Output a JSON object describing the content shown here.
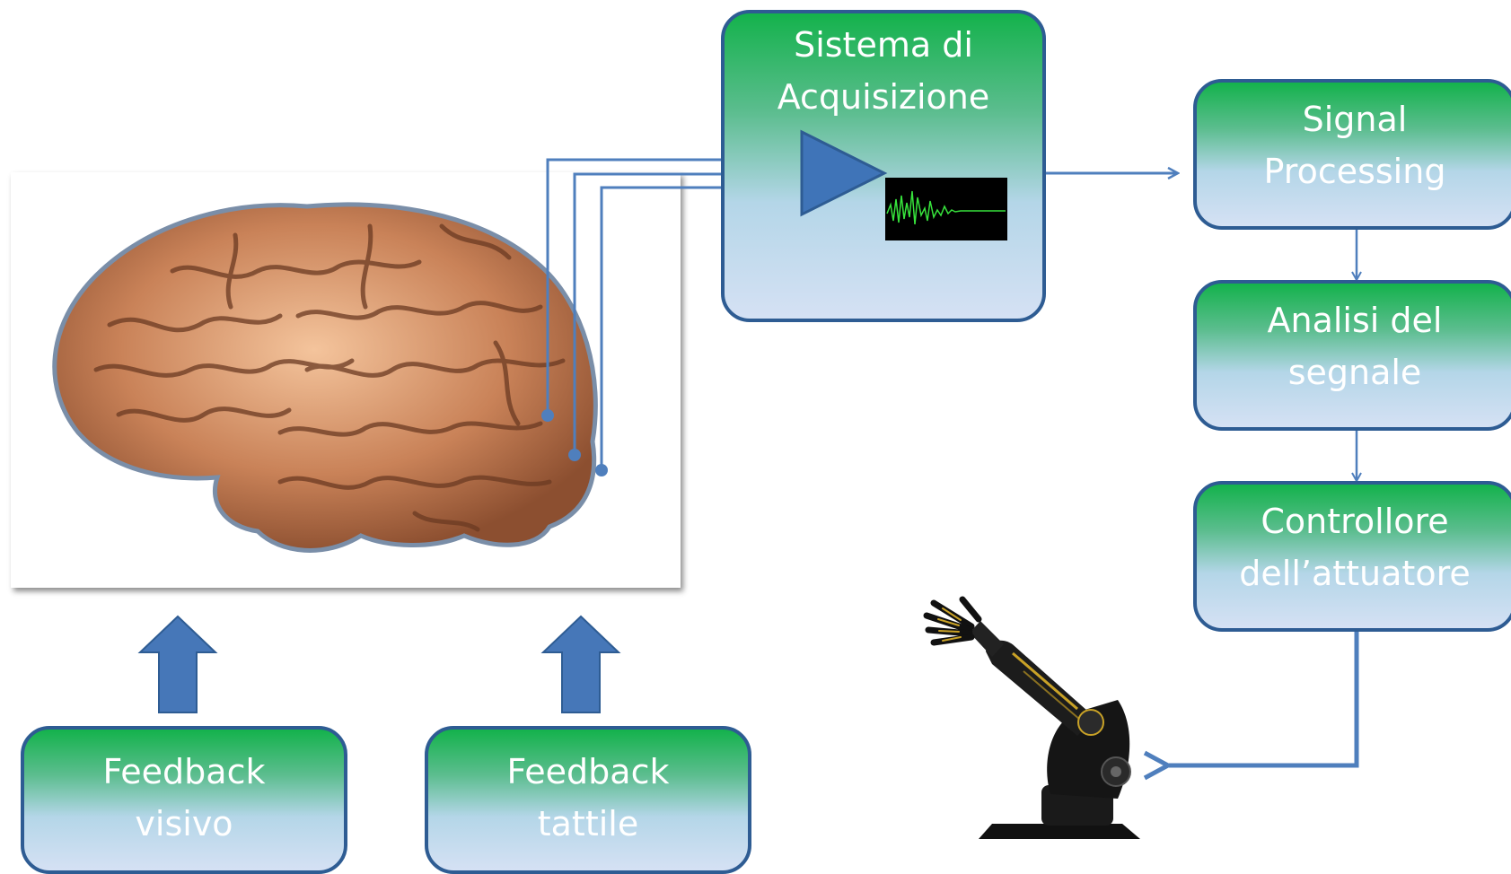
{
  "acquisition": {
    "line1": "Sistema di",
    "line2": "Acquisizione"
  },
  "signal_processing": {
    "line1": "Signal",
    "line2": "Processing"
  },
  "signal_analysis": {
    "line1": "Analisi del",
    "line2": "segnale"
  },
  "actuator_controller": {
    "line1": "Controllore",
    "line2": "dell’attuatore"
  },
  "visual_feedback": {
    "line1": "Feedback",
    "line2": "visivo"
  },
  "tactile_feedback": {
    "line1": "Feedback",
    "line2": "tattile"
  },
  "colors": {
    "box_top": "#14b24c",
    "box_bottom": "#d5e1f4",
    "border": "#2e5c93",
    "connector": "#4f7fbd",
    "amplifier": "#3f74b8",
    "waveform": "#37e33c"
  },
  "icons": [
    "brain-illustration",
    "amplifier-icon",
    "oscilloscope-waveform",
    "robotic-arm-illustration"
  ]
}
